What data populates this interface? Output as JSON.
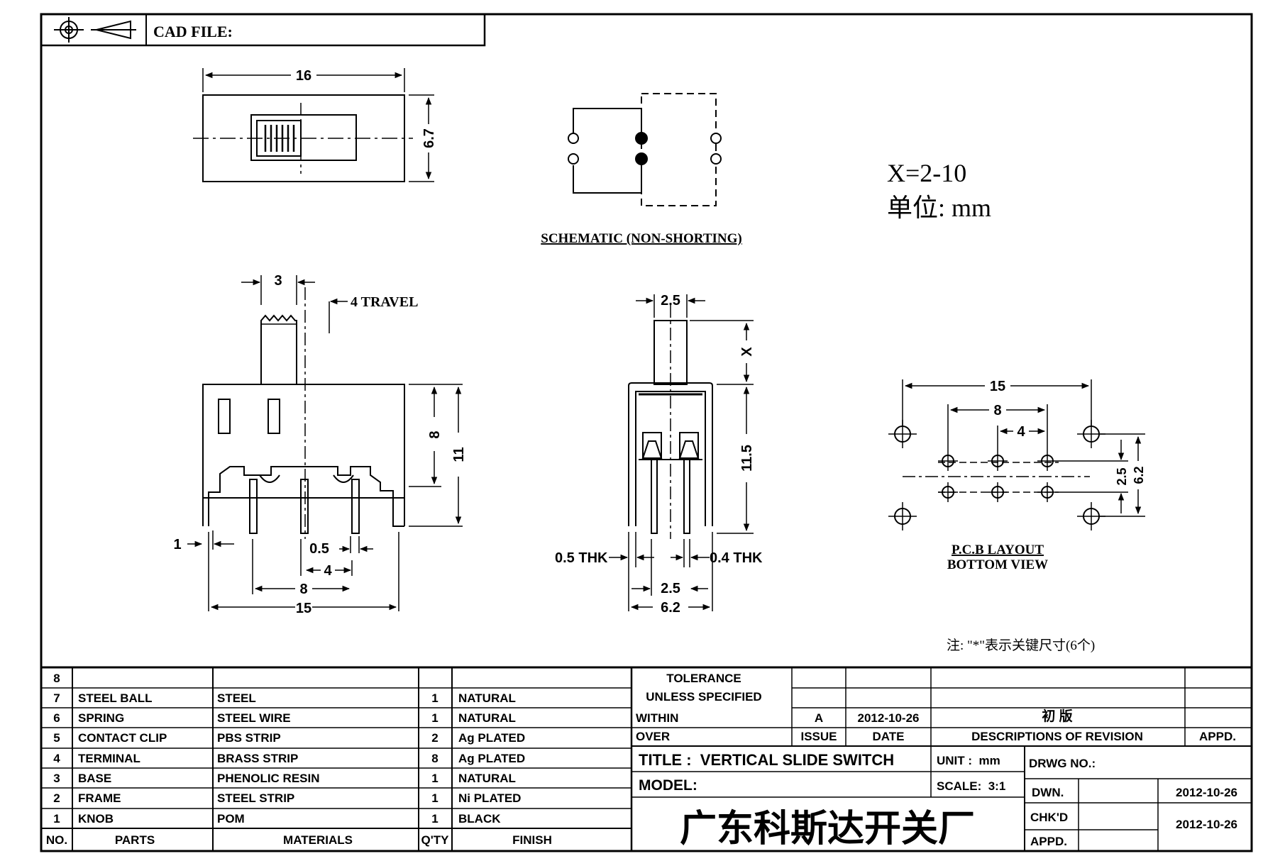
{
  "header": {
    "cad_file_label": "CAD FILE:"
  },
  "front_view": {
    "width": "16",
    "height": "6.7"
  },
  "schematic": {
    "title": "SCHEMATIC (NON-SHORTING)"
  },
  "info": {
    "x_range": "X=2-10",
    "unit_note": "单位: mm"
  },
  "side_view": {
    "actuator_width": "3",
    "travel": "4 TRAVEL",
    "body_height": "8",
    "total_height": "11",
    "lead_width": "1",
    "lead_thk": "0.5",
    "pitch": "4",
    "outer_pitch": "8",
    "body_width": "15"
  },
  "end_view": {
    "actuator_width": "2.5",
    "x_label": "X",
    "height": "11.5",
    "thk_left": "0.5 THK",
    "thk_right": "0.4 THK",
    "lead_span": "2.5",
    "width": "6.2"
  },
  "pcb_layout": {
    "width": "15",
    "outer_pitch": "8",
    "pitch": "4",
    "row_gap": "2.5",
    "col_gap": "6.2",
    "title": "P.C.B LAYOUT",
    "subtitle": "BOTTOM VIEW"
  },
  "note": "注: \"*\"表示关键尺寸(6个)",
  "bom": {
    "rows": [
      {
        "no": "8",
        "part": "",
        "material": "",
        "qty": "",
        "finish": ""
      },
      {
        "no": "7",
        "part": "STEEL BALL",
        "material": "STEEL",
        "qty": "1",
        "finish": "NATURAL"
      },
      {
        "no": "6",
        "part": "SPRING",
        "material": "STEEL WIRE",
        "qty": "1",
        "finish": "NATURAL"
      },
      {
        "no": "5",
        "part": "CONTACT CLIP",
        "material": "PBS STRIP",
        "qty": "2",
        "finish": "Ag PLATED"
      },
      {
        "no": "4",
        "part": "TERMINAL",
        "material": "BRASS STRIP",
        "qty": "8",
        "finish": "Ag PLATED"
      },
      {
        "no": "3",
        "part": "BASE",
        "material": "PHENOLIC RESIN",
        "qty": "1",
        "finish": "NATURAL"
      },
      {
        "no": "2",
        "part": "FRAME",
        "material": "STEEL STRIP",
        "qty": "1",
        "finish": "Ni PLATED"
      },
      {
        "no": "1",
        "part": "KNOB",
        "material": "POM",
        "qty": "1",
        "finish": "BLACK"
      }
    ],
    "headers": {
      "no": "NO.",
      "part": "PARTS",
      "material": "MATERIALS",
      "qty": "Q'TY",
      "finish": "FINISH"
    }
  },
  "title_block": {
    "tolerance_1": "TOLERANCE",
    "tolerance_2": "UNLESS SPECIFIED",
    "within": "WITHIN",
    "over": "OVER",
    "issue_value": "A",
    "issue_date": "2012-10-26",
    "revision_desc": "初 版",
    "issue_label": "ISSUE",
    "date_label": "DATE",
    "desc_label": "DESCRIPTIONS OF REVISION",
    "appd_label": "APPD.",
    "title": "TITLE :  VERTICAL SLIDE SWITCH",
    "unit": "UNIT :  mm",
    "drwg_no": "DRWG NO.:",
    "model": "MODEL:",
    "scale": "SCALE:  3:1",
    "dwn_label": "DWN.",
    "dwn_date": "2012-10-26",
    "chkd_label": "CHK'D",
    "appd2_label": "APPD.",
    "chkd_date": "2012-10-26",
    "company": "广东科斯达开关厂"
  }
}
